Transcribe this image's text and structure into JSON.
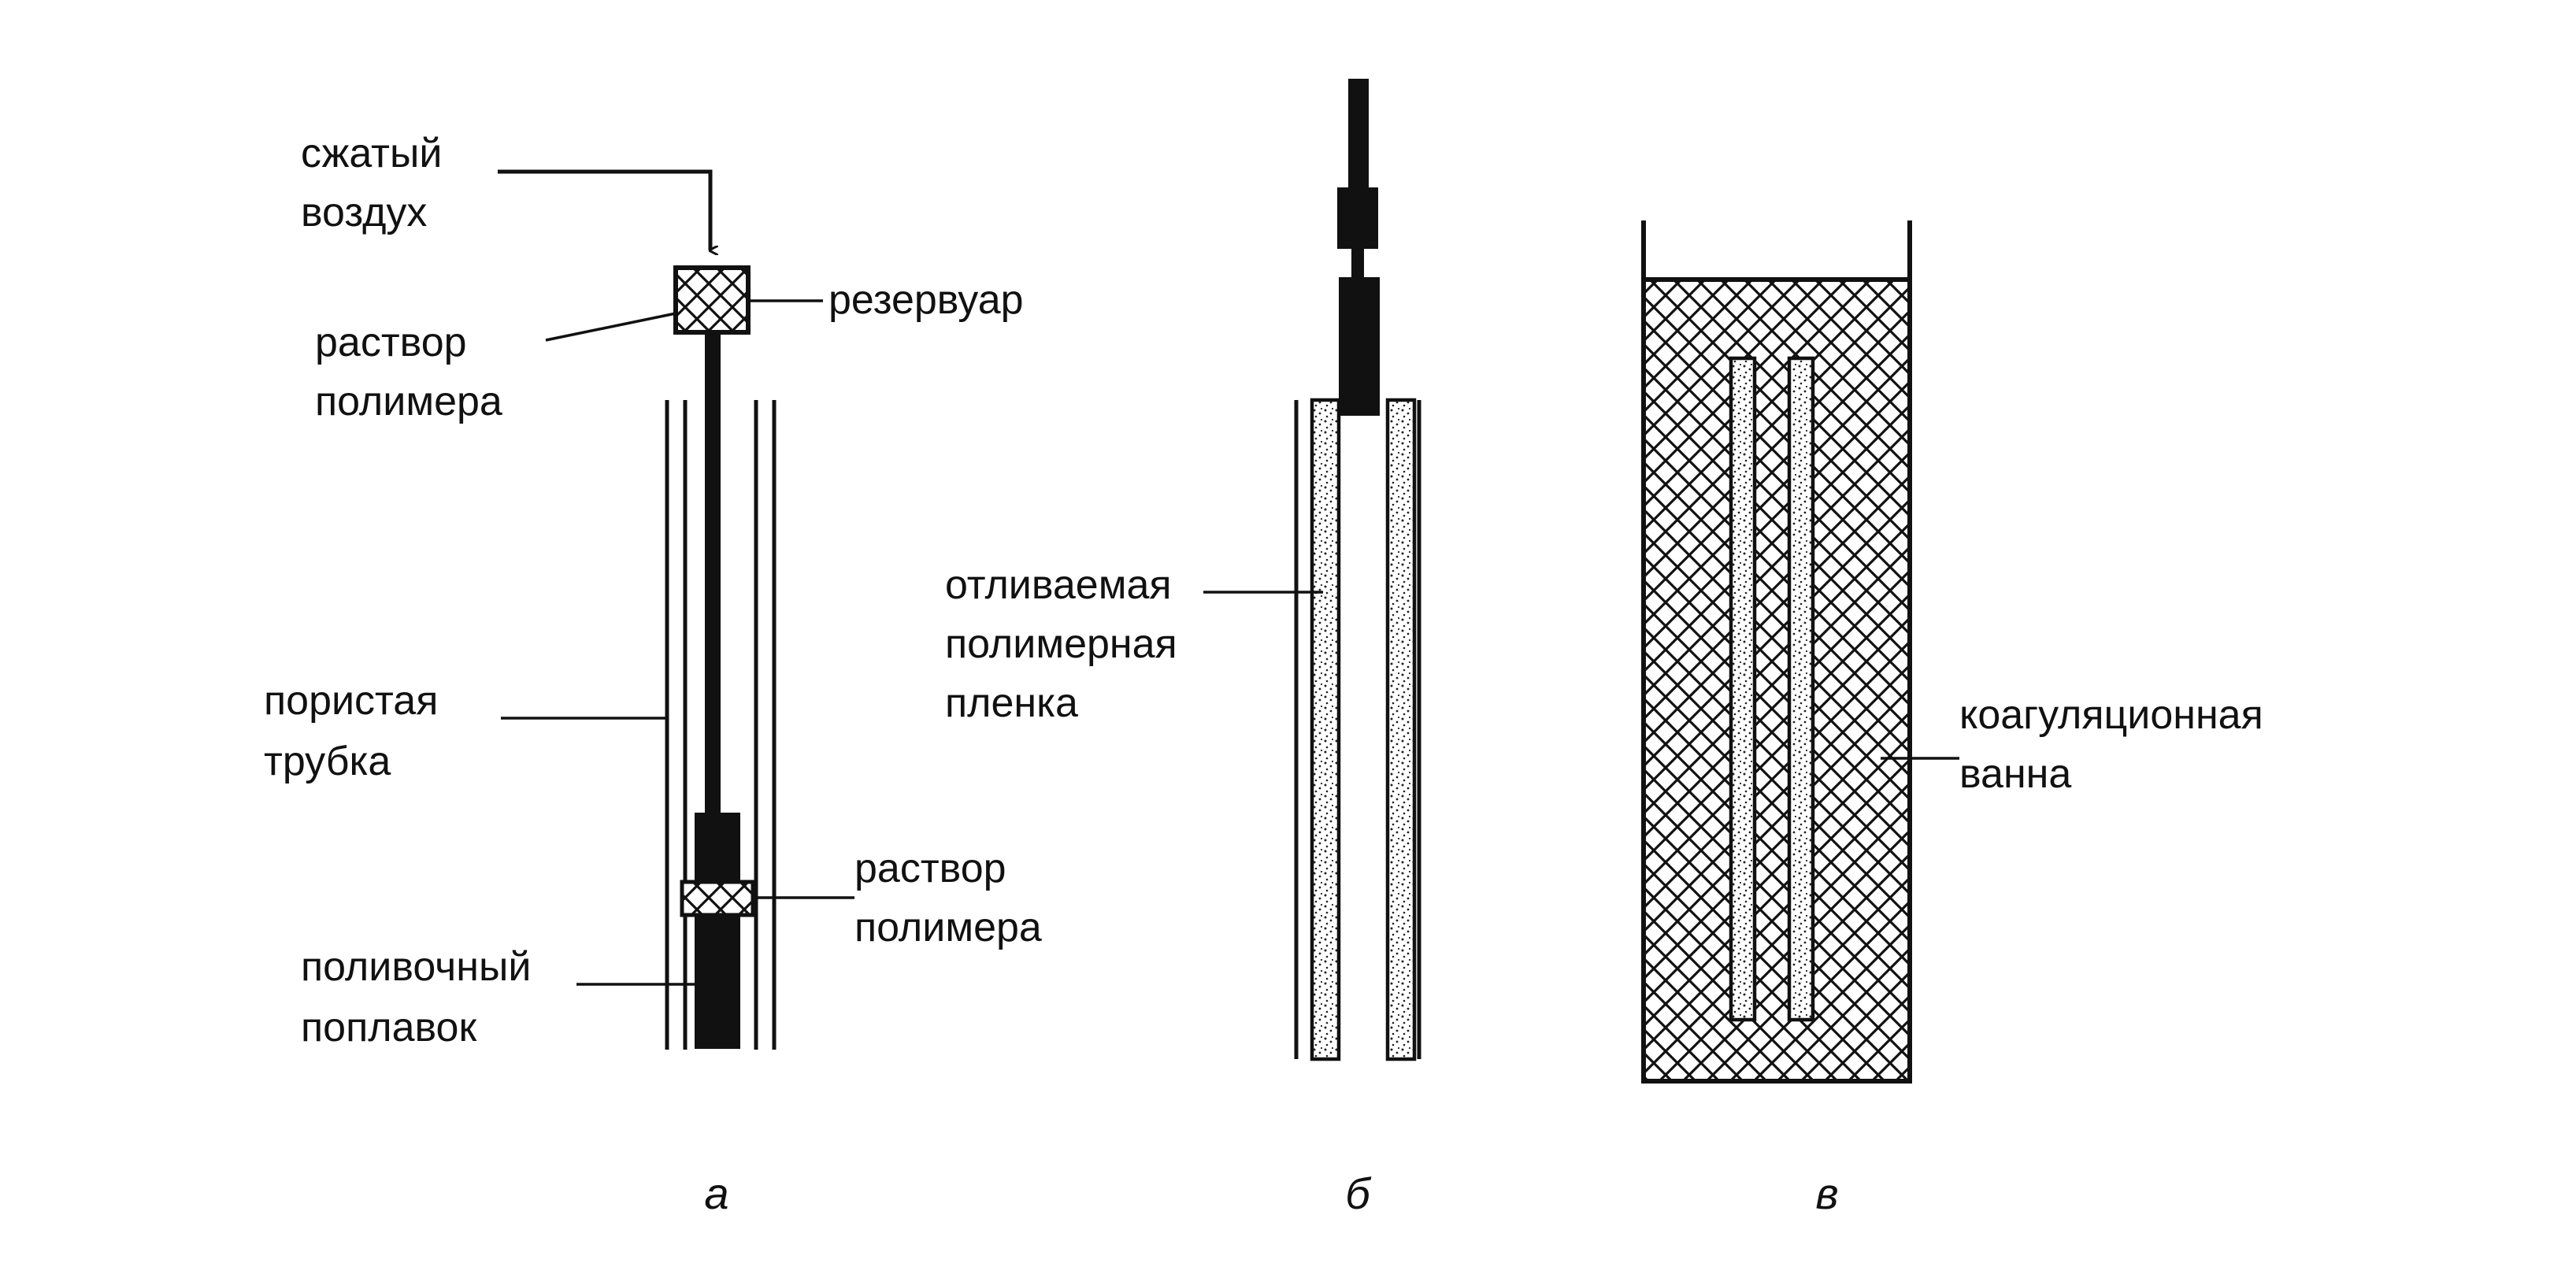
{
  "colors": {
    "ink": "#111111",
    "paper": "#ffffff"
  },
  "panel_a": {
    "compressed_air": [
      "сжатый",
      "воздух"
    ],
    "reservoir": "резервуар",
    "solution_top": [
      "раствор",
      "полимера"
    ],
    "porous_tube": [
      "пористая",
      "трубка"
    ],
    "solution_bottom": [
      "раствор",
      "полимера"
    ],
    "casting_float": [
      "поливочный",
      "поплавок"
    ],
    "letter": "а"
  },
  "panel_b": {
    "cast_film": [
      "отливаемая",
      "полимерная",
      "пленка"
    ],
    "letter": "б"
  },
  "panel_c": {
    "coag_bath": [
      "коагуляционная",
      "ванна"
    ],
    "letter": "в"
  }
}
